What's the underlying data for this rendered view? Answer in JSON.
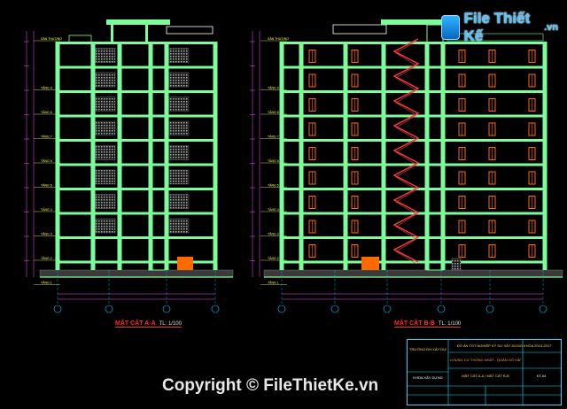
{
  "watermark": {
    "logo_text": "File Thiết Kế",
    "logo_suffix": ".vn"
  },
  "sections": {
    "a": {
      "title": "MẶT CẮT A-A",
      "scale": "TL: 1/100"
    },
    "b": {
      "title": "MẶT CẮT B-B",
      "scale": "TL: 1/100"
    }
  },
  "floor_labels": [
    "SÂN THƯỢNG",
    "TẦNG 9",
    "TẦNG 8",
    "TẦNG 7",
    "TẦNG 6",
    "TẦNG 5",
    "TẦNG 4",
    "TẦNG 3",
    "TẦNG 2",
    "TẦNG 1"
  ],
  "title_block": {
    "school": "TRƯỜNG ĐH XÂY DỰNG MIỀN TÂY",
    "faculty": "KHOA XÂY DỰNG",
    "project": "ĐỒ ÁN TỐT NGHIỆP KỸ SƯ XÂY DỰNG KHÓA 2013-2017",
    "subject": "CHUNG CƯ THỐNG NHẤT - QUẬN GÒ VẤP, TP.HCM",
    "drawing": "MẶT CẮT A-A / MẶT CẮT B-B",
    "sheet": "KT-04"
  },
  "copyright": "Copyright © FileThietKe.vn",
  "colors": {
    "frame": "#7cfc9a",
    "window": "#ff6a00",
    "stair": "#ff3b3b",
    "grid": "#00c8ff",
    "dim": "#ff4fff"
  }
}
